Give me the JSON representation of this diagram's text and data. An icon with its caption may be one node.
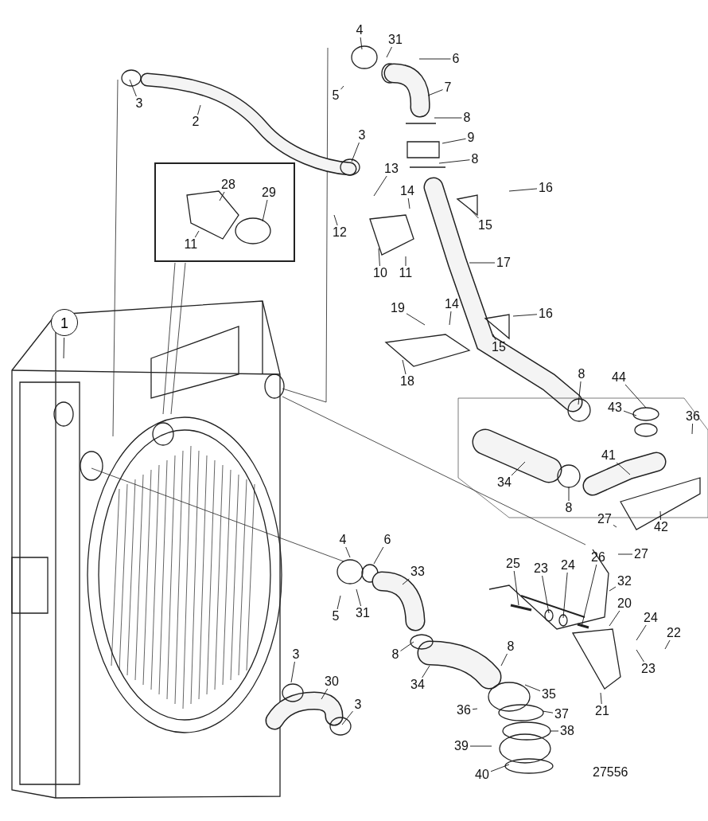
{
  "diagram": {
    "nodes": [
      {
        "text": [
          "1"
        ]
      },
      {
        "text": [
          "3"
        ]
      },
      {
        "text": [
          "2"
        ]
      },
      {
        "text": [
          "4"
        ]
      },
      {
        "text": [
          "31"
        ]
      },
      {
        "text": [
          "6"
        ]
      },
      {
        "text": [
          "5"
        ]
      },
      {
        "text": [
          "7"
        ]
      },
      {
        "text": [
          "8"
        ]
      },
      {
        "text": [
          "9"
        ]
      },
      {
        "text": [
          "8"
        ]
      },
      {
        "text": [
          "3"
        ]
      },
      {
        "text": [
          "13"
        ]
      },
      {
        "text": [
          "14"
        ]
      },
      {
        "text": [
          "16"
        ]
      },
      {
        "text": [
          "15"
        ]
      },
      {
        "text": [
          "12"
        ]
      },
      {
        "text": [
          "28"
        ]
      },
      {
        "text": [
          "29"
        ]
      },
      {
        "text": [
          "11"
        ]
      },
      {
        "text": [
          "10"
        ]
      },
      {
        "text": [
          "11"
        ]
      },
      {
        "text": [
          "17"
        ]
      },
      {
        "text": [
          "19"
        ]
      },
      {
        "text": [
          "14"
        ]
      },
      {
        "text": [
          "16"
        ]
      },
      {
        "text": [
          "15"
        ]
      },
      {
        "text": [
          "18"
        ]
      },
      {
        "text": [
          "8"
        ]
      },
      {
        "text": [
          "44"
        ]
      },
      {
        "text": [
          "43"
        ]
      },
      {
        "text": [
          "36"
        ]
      },
      {
        "text": [
          "41"
        ]
      },
      {
        "text": [
          "34"
        ]
      },
      {
        "text": [
          "8"
        ]
      },
      {
        "text": [
          "42"
        ]
      },
      {
        "text": [
          "27"
        ]
      },
      {
        "text": [
          "27"
        ]
      },
      {
        "text": [
          "4"
        ]
      },
      {
        "text": [
          "6"
        ]
      },
      {
        "text": [
          "33"
        ]
      },
      {
        "text": [
          "25"
        ]
      },
      {
        "text": [
          "23"
        ]
      },
      {
        "text": [
          "24"
        ]
      },
      {
        "text": [
          "26"
        ]
      },
      {
        "text": [
          "32"
        ]
      },
      {
        "text": [
          "20"
        ]
      },
      {
        "text": [
          "24"
        ]
      },
      {
        "text": [
          "22"
        ]
      },
      {
        "text": [
          "23"
        ]
      },
      {
        "text": [
          "5"
        ]
      },
      {
        "text": [
          "31"
        ]
      },
      {
        "text": [
          "8"
        ]
      },
      {
        "text": [
          "8"
        ]
      },
      {
        "text": [
          "34"
        ]
      },
      {
        "text": [
          "35"
        ]
      },
      {
        "text": [
          "36"
        ]
      },
      {
        "text": [
          "37"
        ]
      },
      {
        "text": [
          "38"
        ]
      },
      {
        "text": [
          "39"
        ]
      },
      {
        "text": [
          "40"
        ]
      },
      {
        "text": [
          "21"
        ]
      },
      {
        "text": [
          "3"
        ]
      },
      {
        "text": [
          "30"
        ]
      },
      {
        "text": [
          "3"
        ]
      }
    ],
    "edges": [
      {
        "from": 0,
        "to": null,
        "arrow": "none"
      },
      {
        "from": 1,
        "to": null,
        "arrow": "none"
      },
      {
        "from": 2,
        "to": null,
        "arrow": "none"
      },
      {
        "from": 3,
        "to": null,
        "arrow": "none"
      },
      {
        "from": 4,
        "to": null,
        "arrow": "none"
      },
      {
        "from": 5,
        "to": null,
        "arrow": "none"
      },
      {
        "from": 6,
        "to": null,
        "arrow": "none"
      },
      {
        "from": 7,
        "to": null,
        "arrow": "none"
      },
      {
        "from": 8,
        "to": null,
        "arrow": "none"
      },
      {
        "from": 9,
        "to": null,
        "arrow": "none"
      },
      {
        "from": 10,
        "to": null,
        "arrow": "none"
      },
      {
        "from": 11,
        "to": null,
        "arrow": "none"
      },
      {
        "from": 12,
        "to": null,
        "arrow": "none"
      },
      {
        "from": 13,
        "to": null,
        "arrow": "none"
      },
      {
        "from": 14,
        "to": null,
        "arrow": "none"
      },
      {
        "from": 15,
        "to": null,
        "arrow": "none"
      },
      {
        "from": 16,
        "to": null,
        "arrow": "none"
      },
      {
        "from": 17,
        "to": null,
        "arrow": "none"
      },
      {
        "from": 18,
        "to": null,
        "arrow": "none"
      },
      {
        "from": 19,
        "to": null,
        "arrow": "none"
      },
      {
        "from": 20,
        "to": null,
        "arrow": "none"
      },
      {
        "from": 21,
        "to": null,
        "arrow": "none"
      },
      {
        "from": 22,
        "to": null,
        "arrow": "none"
      },
      {
        "from": 23,
        "to": null,
        "arrow": "none"
      },
      {
        "from": 24,
        "to": null,
        "arrow": "none"
      },
      {
        "from": 25,
        "to": null,
        "arrow": "none"
      },
      {
        "from": 26,
        "to": null,
        "arrow": "none"
      },
      {
        "from": 27,
        "to": null,
        "arrow": "none"
      },
      {
        "from": 28,
        "to": null,
        "arrow": "none"
      },
      {
        "from": 29,
        "to": null,
        "arrow": "none"
      },
      {
        "from": 30,
        "to": null,
        "arrow": "none"
      },
      {
        "from": 31,
        "to": null,
        "arrow": "none"
      },
      {
        "from": 32,
        "to": null,
        "arrow": "none"
      },
      {
        "from": 33,
        "to": null,
        "arrow": "none"
      },
      {
        "from": 34,
        "to": null,
        "arrow": "none"
      },
      {
        "from": 35,
        "to": null,
        "arrow": "none"
      },
      {
        "from": 36,
        "to": null,
        "arrow": "none"
      },
      {
        "from": 37,
        "to": null,
        "arrow": "none"
      },
      {
        "from": 38,
        "to": null,
        "arrow": "none"
      },
      {
        "from": 39,
        "to": null,
        "arrow": "none"
      },
      {
        "from": 40,
        "to": null,
        "arrow": "none"
      },
      {
        "from": 41,
        "to": null,
        "arrow": "none"
      },
      {
        "from": 42,
        "to": null,
        "arrow": "none"
      },
      {
        "from": 43,
        "to": null,
        "arrow": "none"
      },
      {
        "from": 44,
        "to": null,
        "arrow": "none"
      },
      {
        "from": 45,
        "to": null,
        "arrow": "none"
      },
      {
        "from": 46,
        "to": null,
        "arrow": "none"
      },
      {
        "from": 47,
        "to": null,
        "arrow": "none"
      },
      {
        "from": 48,
        "to": null,
        "arrow": "none"
      },
      {
        "from": 49,
        "to": null,
        "arrow": "none"
      },
      {
        "from": 50,
        "to": null,
        "arrow": "none"
      },
      {
        "from": 51,
        "to": null,
        "arrow": "none"
      },
      {
        "from": 52,
        "to": null,
        "arrow": "none"
      },
      {
        "from": 53,
        "to": null,
        "arrow": "none"
      },
      {
        "from": 54,
        "to": null,
        "arrow": "none"
      },
      {
        "from": 55,
        "to": null,
        "arrow": "none"
      },
      {
        "from": 56,
        "to": null,
        "arrow": "none"
      },
      {
        "from": 57,
        "to": null,
        "arrow": "none"
      },
      {
        "from": 58,
        "to": null,
        "arrow": "none"
      },
      {
        "from": 59,
        "to": null,
        "arrow": "none"
      },
      {
        "from": 60,
        "to": null,
        "arrow": "none"
      },
      {
        "from": 61,
        "to": null,
        "arrow": "none"
      },
      {
        "from": 62,
        "to": null,
        "arrow": "none"
      },
      {
        "from": 63,
        "to": null,
        "arrow": "none"
      },
      {
        "from": 64,
        "to": null,
        "arrow": "none"
      }
    ],
    "labels": [
      "27556"
    ]
  }
}
